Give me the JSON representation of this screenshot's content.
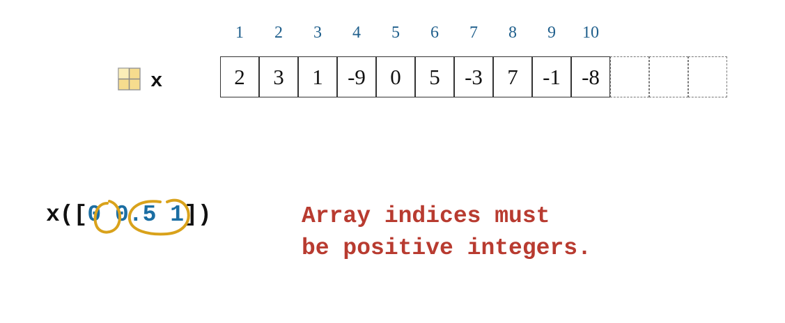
{
  "indices": [
    "1",
    "2",
    "3",
    "4",
    "5",
    "6",
    "7",
    "8",
    "9",
    "10"
  ],
  "variable": {
    "name": "x",
    "icon": "matrix-variable-icon"
  },
  "array_values": [
    "2",
    "3",
    "1",
    "-9",
    "0",
    "5",
    "-3",
    "7",
    "-1",
    "-8"
  ],
  "empty_cells": 3,
  "expression": {
    "prefix": "x([",
    "arg1": "0",
    "arg2": "0.5",
    "arg3": "1",
    "suffix": "])"
  },
  "error": {
    "line1": "Array indices must",
    "line2": "be positive integers."
  },
  "colors": {
    "index": "#1f5f8c",
    "number": "#1b6ea3",
    "error": "#b83b30",
    "highlight": "#d9a21b"
  }
}
